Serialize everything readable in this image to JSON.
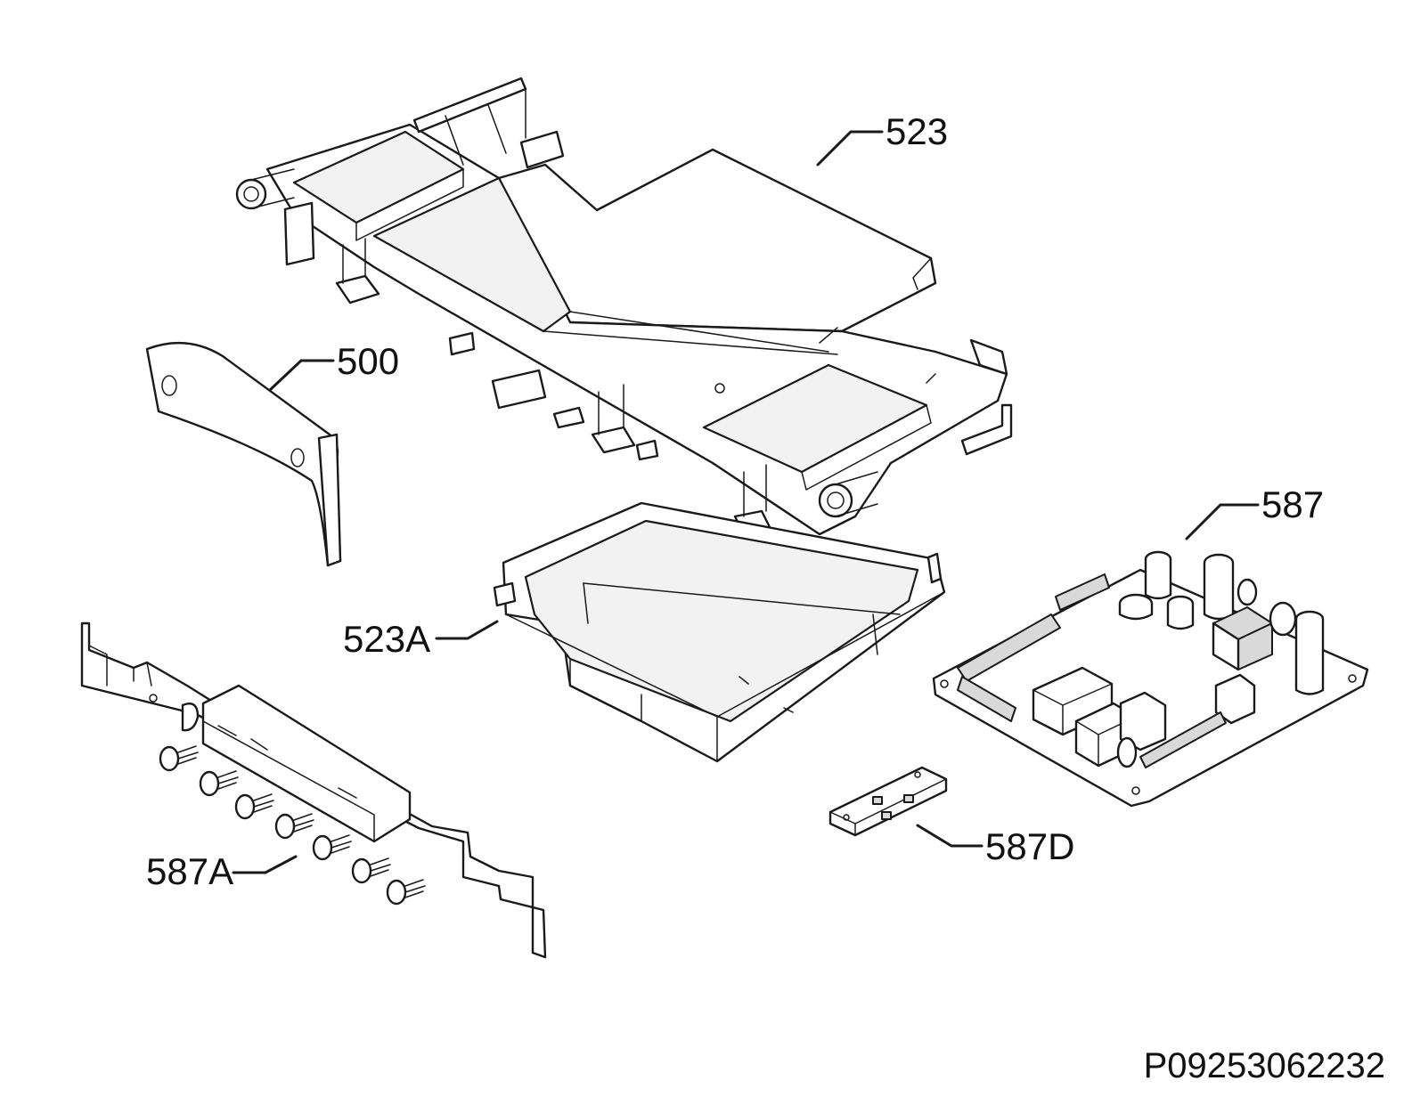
{
  "figure_code": "P09253062232",
  "callouts": [
    {
      "id": "523",
      "label": "523"
    },
    {
      "id": "500",
      "label": "500"
    },
    {
      "id": "587",
      "label": "587"
    },
    {
      "id": "523A",
      "label": "523A"
    },
    {
      "id": "587D",
      "label": "587D"
    },
    {
      "id": "587A",
      "label": "587A"
    }
  ]
}
